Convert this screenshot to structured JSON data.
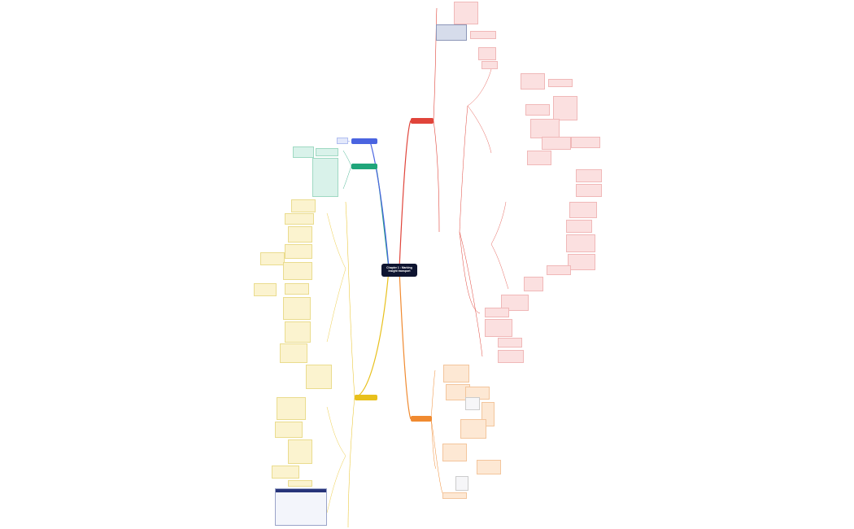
{
  "mindmap": {
    "central_topic": "Chapter 1 : Marking Insight transport",
    "branches": [
      {
        "id": "red",
        "label": "",
        "color": "#e0443a"
      },
      {
        "id": "orange",
        "label": "",
        "color": "#f08a30"
      },
      {
        "id": "yellow",
        "label": "",
        "color": "#e8c01c"
      },
      {
        "id": "green",
        "label": "",
        "color": "#1fa57a"
      },
      {
        "id": "blue",
        "label": "",
        "color": "#4a64e0"
      }
    ]
  },
  "colors": {
    "central": "#0e1430",
    "red": "#e0443a",
    "orange": "#f08a30",
    "yellow": "#e8c01c",
    "green": "#1fa57a",
    "blue": "#4a64e0"
  }
}
